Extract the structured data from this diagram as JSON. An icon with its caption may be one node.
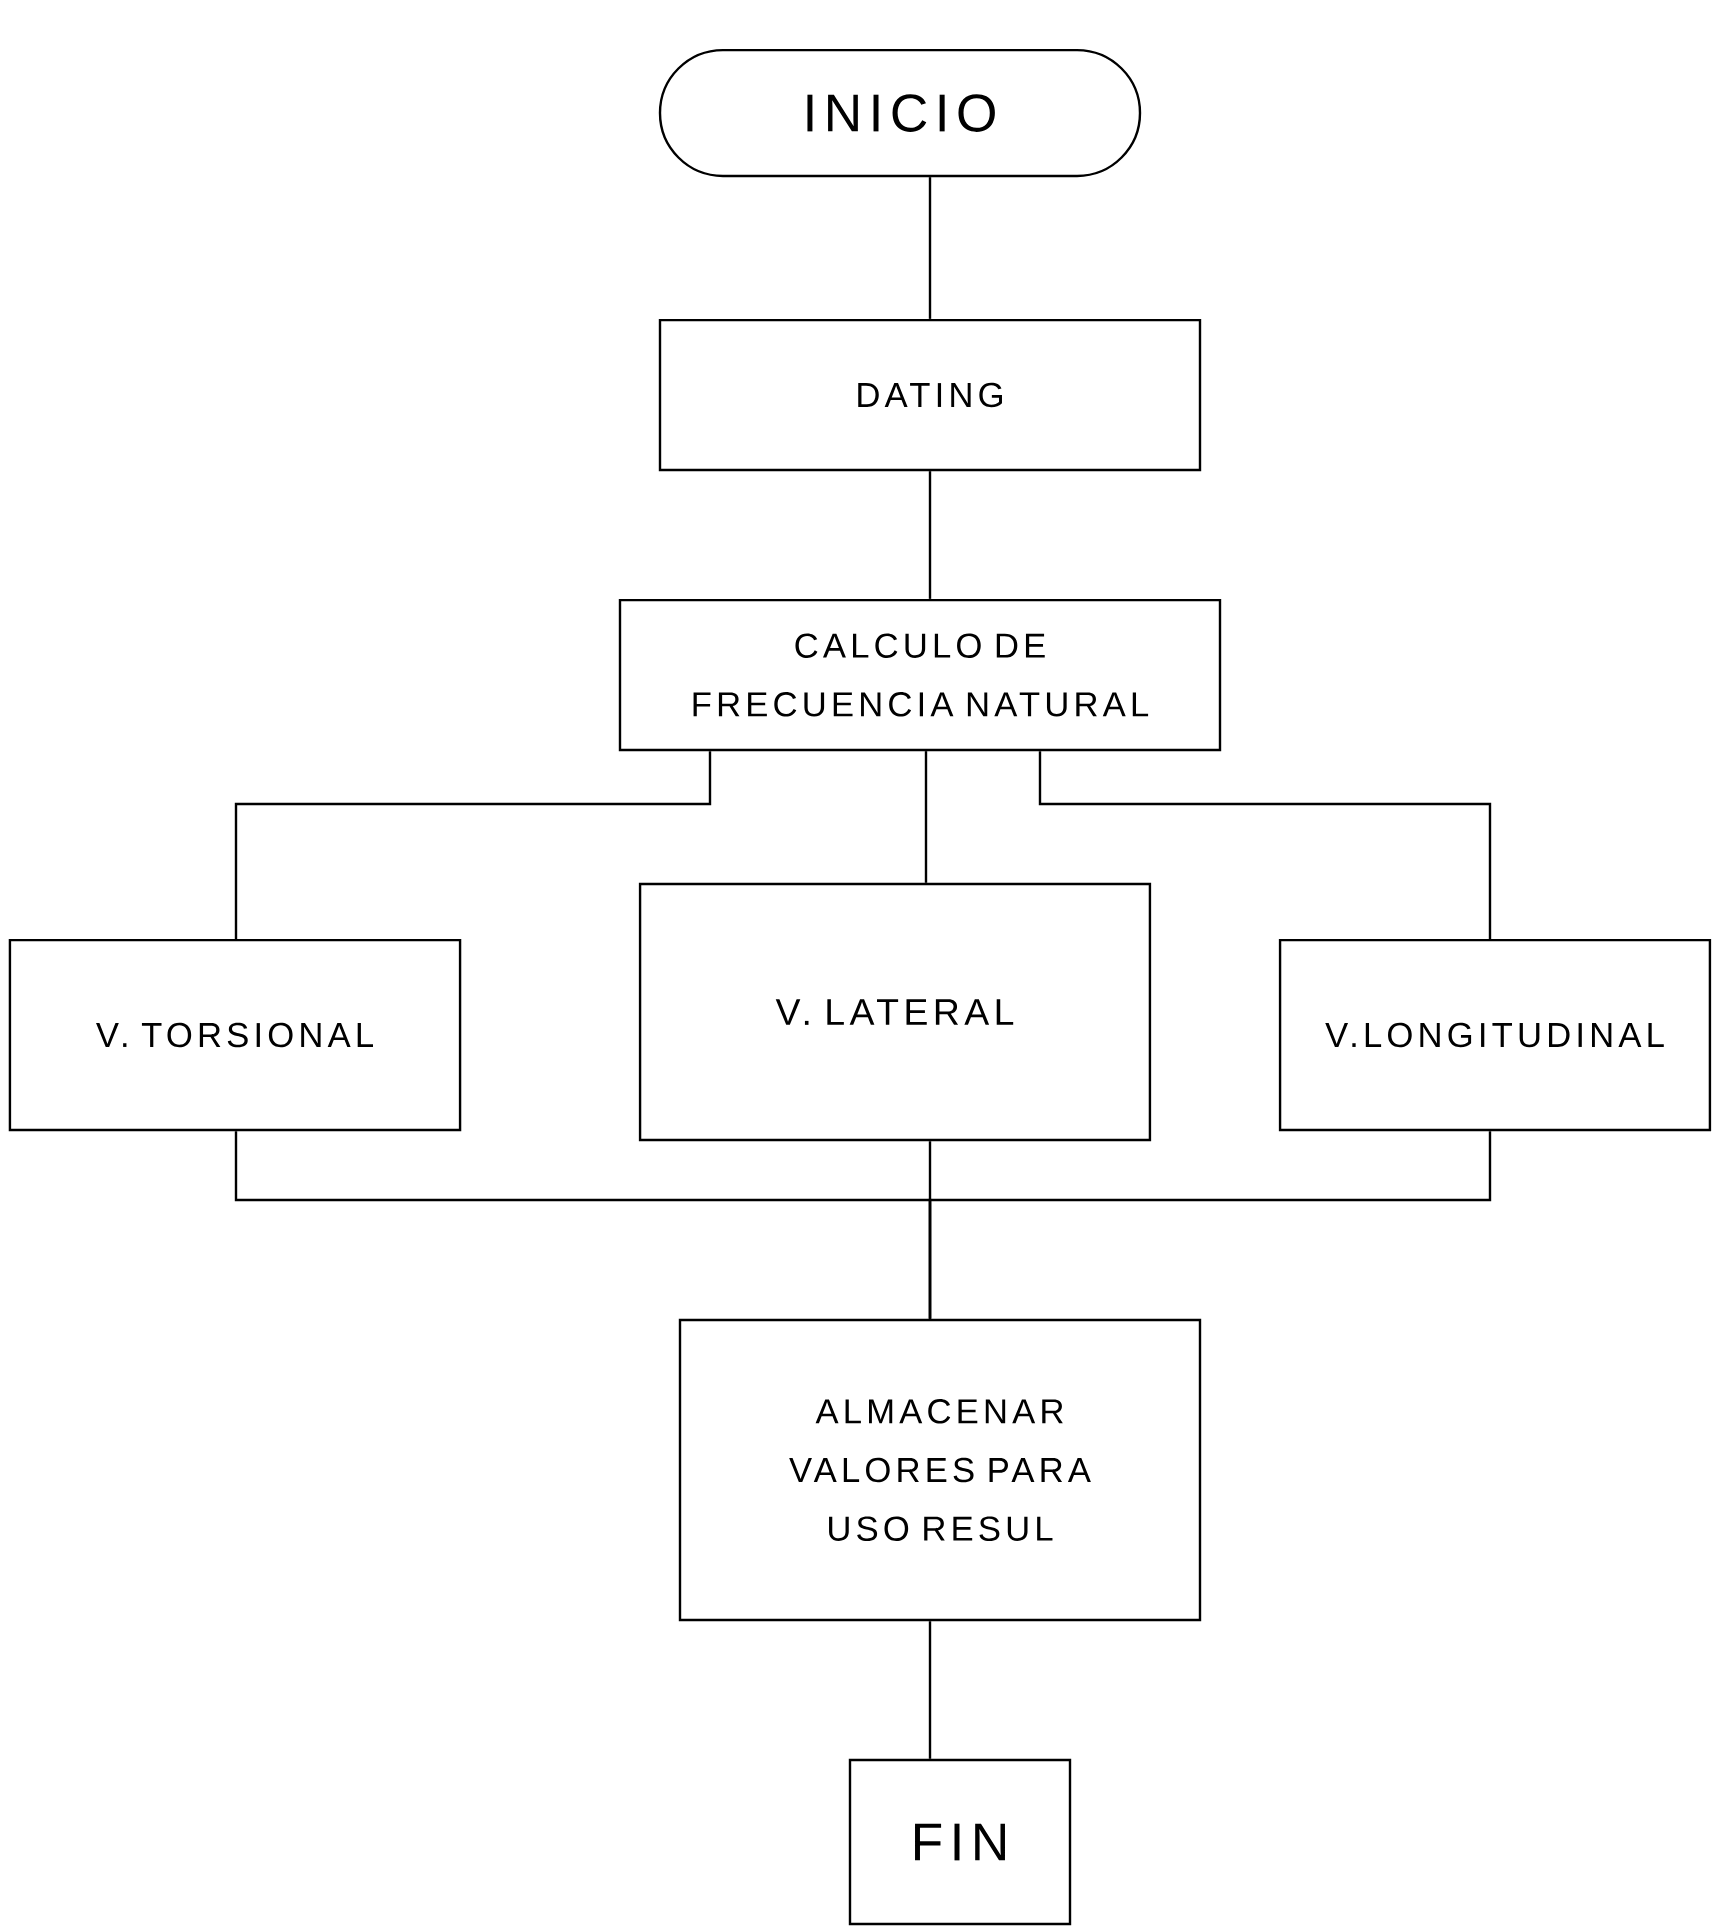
{
  "diagram": {
    "nodes": [
      {
        "text": [
          "INICIO"
        ]
      },
      {
        "text": [
          "DATING"
        ]
      },
      {
        "text": [
          "CALCULO DE FRECUENCIA NATURAL"
        ]
      },
      {
        "text": [
          "V. TORSIONAL"
        ]
      },
      {
        "text": [
          "V. LATERAL"
        ]
      },
      {
        "text": [
          "V.LONGITUDINAL"
        ]
      },
      {
        "text": [
          "ALMACENAR VALORES PARA USO RESUL"
        ]
      },
      {
        "text": [
          "FIN"
        ]
      }
    ],
    "edges": [
      {
        "from": 0,
        "to": 1,
        "arrow": "none"
      },
      {
        "from": 1,
        "to": 2,
        "arrow": "none"
      },
      {
        "from": 2,
        "to": 3,
        "arrow": "none"
      },
      {
        "from": 2,
        "to": 4,
        "arrow": "none"
      },
      {
        "from": 2,
        "to": 5,
        "arrow": "none"
      },
      {
        "from": 3,
        "to": 6,
        "arrow": "none"
      },
      {
        "from": 4,
        "to": 6,
        "arrow": "none"
      },
      {
        "from": 5,
        "to": 6,
        "arrow": "none"
      },
      {
        "from": 6,
        "to": 7,
        "arrow": "none"
      }
    ]
  }
}
